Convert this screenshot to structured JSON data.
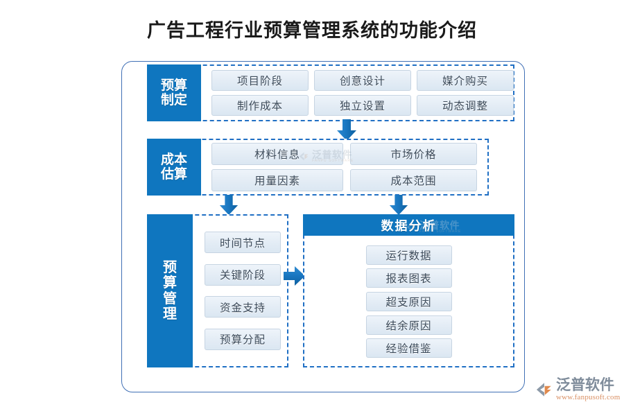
{
  "title": "广告工程行业预算管理系统的功能介绍",
  "colors": {
    "accent_blue": "#0f76bf",
    "dashed_border": "#1f6fc4",
    "frame_border": "#3f6fb5",
    "chip_bg": "#e3ecf5",
    "chip_border": "#c6d4e2",
    "chip_text": "#3b4a5a",
    "title_text": "#1a1a1a",
    "arrow_blue": "#1a78c2"
  },
  "sections": [
    {
      "id": "budget-plan",
      "label_lines": [
        "预算",
        "制定"
      ],
      "items": [
        "项目阶段",
        "创意设计",
        "媒介购买",
        "制作成本",
        "独立设置",
        "动态调整"
      ]
    },
    {
      "id": "cost-estimation",
      "label_lines": [
        "成本",
        "估算"
      ],
      "items": [
        "材料信息",
        "市场价格",
        "用量因素",
        "成本范围"
      ]
    },
    {
      "id": "budget-management",
      "label_lines": [
        "预",
        "算",
        "管",
        "理"
      ],
      "items": [
        "时间节点",
        "关键阶段",
        "资金支持",
        "预算分配"
      ]
    },
    {
      "id": "data-analysis",
      "header": "数据分析",
      "items": [
        "运行数据",
        "报表图表",
        "超支原因",
        "结余原因",
        "经验借鉴"
      ]
    }
  ],
  "arrows": [
    {
      "name": "arrow-plan-to-cost",
      "direction": "down"
    },
    {
      "name": "arrow-cost-to-management",
      "direction": "down"
    },
    {
      "name": "arrow-cost-to-analysis",
      "direction": "down"
    },
    {
      "name": "arrow-management-to-analysis",
      "direction": "right"
    }
  ],
  "watermarks": [
    {
      "cn": "泛普软件",
      "en": "FANPU SOFTWARE"
    },
    {
      "cn": "泛普软件",
      "en": "FANPU SOFTWARE"
    }
  ],
  "brand": {
    "cn": "泛普软件",
    "url": "www.fanpusoft.com"
  }
}
